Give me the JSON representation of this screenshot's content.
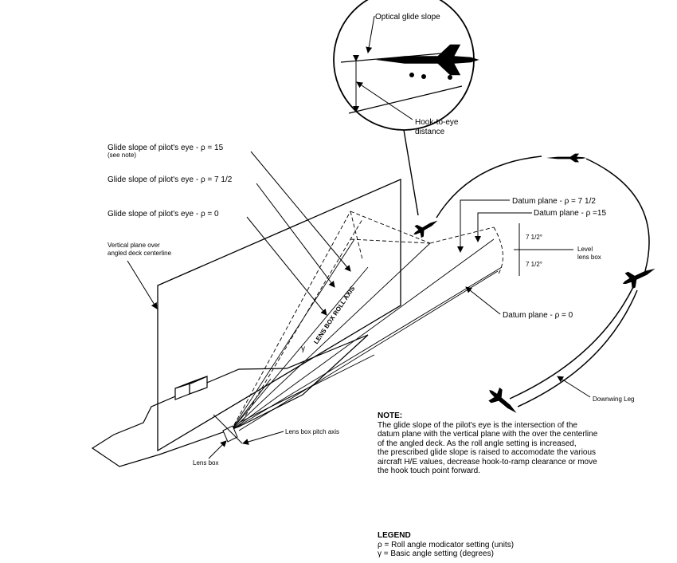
{
  "labels": {
    "optical_glide_slope": "Optical glide slope",
    "hook_to_eye_line1": "Hook-to-eye",
    "hook_to_eye_line2": "distance",
    "glide_slope_15": "Glide slope of pilot's eye - ρ = 15",
    "see_note": "(see note)",
    "glide_slope_7_5": "Glide slope of pilot's eye - ρ = 7 1/2",
    "glide_slope_0": "Glide slope of pilot's eye - ρ = 0",
    "vertical_plane_line1": "Vertical plane over",
    "vertical_plane_line2": "angled deck centerline",
    "lens_box_roll_axis": "LENS BOX ROLL AXIS",
    "datum_plane_7_5": "Datum plane - ρ = 7 1/2",
    "datum_plane_15": "Datum plane - ρ =15",
    "datum_plane_0": "Datum plane -  ρ = 0",
    "angle_top": "7 1/2°",
    "angle_bottom": "7 1/2°",
    "level_lens_box_line1": "Level",
    "level_lens_box_line2": "lens box",
    "gamma": "γ",
    "lens_box_pitch_axis": "Lens box pitch axis",
    "lens_box": "Lens box",
    "downwing_leg": "Downwing Leg"
  },
  "note": {
    "title": "NOTE:",
    "lines": [
      "The glide slope of the pilot's eye is the intersection of the",
      "datum plane with the vertical plane with the over the centerline",
      "of the angled deck. As the roll angle setting is increased,",
      "the prescribed glide slope is raised to accomodate the various",
      "aircraft H/E values, decrease hook-to-ramp clearance or move",
      "the hook touch point forward."
    ]
  },
  "legend": {
    "title": "LEGEND",
    "items": [
      "ρ = Roll angle modicator setting (units)",
      "γ = Basic angle setting (degrees)"
    ]
  },
  "icons": [
    "jet-aircraft-icon",
    "jet-aircraft-icon",
    "jet-aircraft-icon",
    "jet-aircraft-icon",
    "jet-aircraft-icon"
  ]
}
